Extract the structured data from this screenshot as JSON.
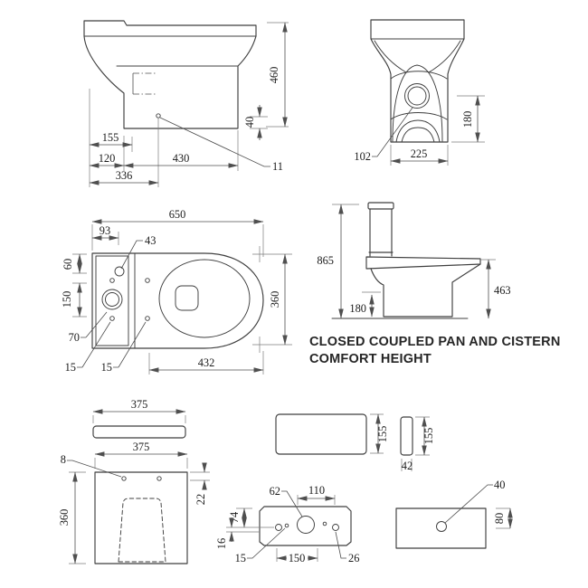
{
  "title": {
    "line1": "CLOSED COUPLED PAN AND CISTERN",
    "line2": "COMFORT HEIGHT"
  },
  "colors": {
    "line": "#3f3f3f",
    "dim": "#4f4f4f",
    "text": "#1b1b1b",
    "bg": "#ffffff"
  },
  "views": {
    "pan_side": {
      "dims": {
        "d460": "460",
        "d40": "40",
        "d155": "155",
        "d120": "120",
        "d430": "430",
        "d336": "336"
      },
      "callouts": {
        "c11": "11"
      }
    },
    "pan_rear": {
      "dims": {
        "d180": "180",
        "d225": "225"
      },
      "callouts": {
        "c102": "102"
      }
    },
    "pan_plan": {
      "dims": {
        "d650": "650",
        "d93": "93",
        "d60": "60",
        "d150": "150",
        "d360": "360",
        "d432": "432"
      },
      "callouts": {
        "c43": "43",
        "c70": "70",
        "c15_left": "15",
        "c15_right": "15"
      }
    },
    "profile": {
      "dims": {
        "d865": "865",
        "d180": "180",
        "d463": "463"
      }
    },
    "seat_lid": {
      "dims": {
        "d375": "375"
      }
    },
    "cistern_front": {
      "dims": {
        "d375": "375",
        "d360": "360",
        "d22": "22"
      },
      "callouts": {
        "c8": "8"
      }
    },
    "cistern_lid_plan": {
      "dims": {
        "d155": "155"
      }
    },
    "cistern_lid_side": {
      "dims": {
        "d155": "155",
        "d42": "42"
      }
    },
    "cistern_base": {
      "dims": {
        "d110": "110",
        "d74": "74",
        "d16": "16",
        "d150": "150"
      },
      "callouts": {
        "c62": "62",
        "c15": "15",
        "c26": "26"
      }
    },
    "cistern_side": {
      "dims": {
        "d80": "80"
      },
      "callouts": {
        "c40": "40"
      }
    }
  }
}
